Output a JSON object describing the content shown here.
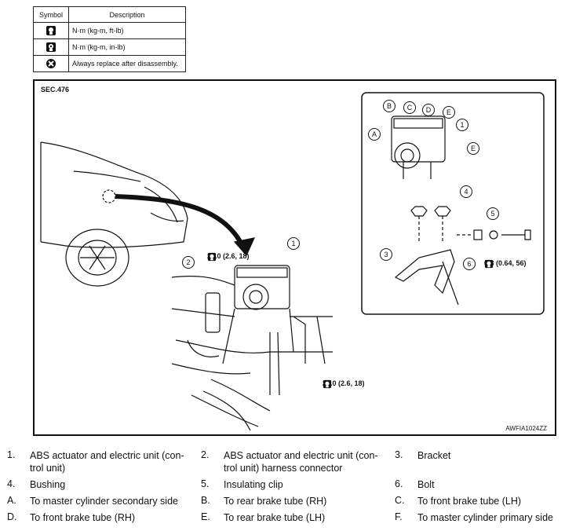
{
  "symbol_table": {
    "header_symbol": "Symbol",
    "header_description": "Description",
    "rows": [
      {
        "icon": "torque-wrench-icon",
        "description": "N·m (kg-m, ft-lb)"
      },
      {
        "icon": "torque-wrench-small-icon",
        "description": "N·m (kg-m, in-lb)"
      },
      {
        "icon": "replace-icon",
        "description": "Always replace after disassembly."
      }
    ]
  },
  "figure": {
    "section": "SEC.476",
    "code": "AWFIA1024ZZ",
    "torque_main_top": "25.0 (2.6, 18)",
    "torque_main_bottom": "25.0 (2.6, 18)",
    "torque_inset": "6.3 (0.64, 56)",
    "callouts_main": [
      "1",
      "2"
    ],
    "callouts_inset": [
      "A",
      "B",
      "C",
      "D",
      "E",
      "E",
      "1",
      "4",
      "5",
      "3",
      "6"
    ]
  },
  "legend": [
    {
      "num": "1.",
      "text": "ABS actuator and electric unit (con-",
      "text2": "trol unit)"
    },
    {
      "num": "2.",
      "text": "ABS actuator and electric unit (con-",
      "text2": "trol unit) harness connector"
    },
    {
      "num": "3.",
      "text": "Bracket"
    },
    {
      "num": "4.",
      "text": "Bushing"
    },
    {
      "num": "5.",
      "text": "Insulating clip"
    },
    {
      "num": "6.",
      "text": "Bolt"
    },
    {
      "num": "A.",
      "text": "To master cylinder secondary side"
    },
    {
      "num": "B.",
      "text": "To rear brake tube (RH)"
    },
    {
      "num": "C.",
      "text": "To front brake tube (LH)"
    },
    {
      "num": "D.",
      "text": "To front brake tube (RH)"
    },
    {
      "num": "E.",
      "text": "To rear brake tube (LH)"
    },
    {
      "num": "F.",
      "text": "To master cylinder primary side"
    }
  ]
}
